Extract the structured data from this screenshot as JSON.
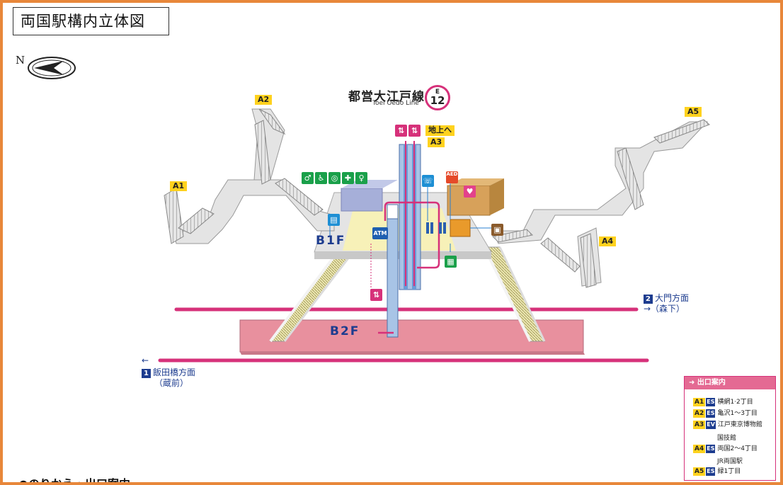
{
  "title": "両国駅構内立体図",
  "north": "N",
  "line": {
    "name_ja": "都営大江戸線",
    "name_en": "Toei Oedo Line",
    "code_letter": "E",
    "code_number": "12",
    "color": "#d6317a"
  },
  "exit_tags": {
    "a1": "A1",
    "a2": "A2",
    "a3": "A3",
    "a4": "A4",
    "a5": "A5"
  },
  "to_ground": "地上へ",
  "floors": {
    "b1": "B1F",
    "b2": "B2F"
  },
  "facilities": {
    "atm": "ATM",
    "aed": "AED"
  },
  "directions": {
    "east_num": "2",
    "east_name": "大門方面",
    "east_sub": "→（森下）",
    "west_arrow": "←",
    "west_num": "1",
    "west_name": "飯田橋方面",
    "west_sub": "（蔵前）"
  },
  "legend": {
    "heading": "出口案内",
    "rows": [
      {
        "exit": "A1",
        "mode": "ES",
        "text": "横網1·2丁目",
        "sub": ""
      },
      {
        "exit": "A2",
        "mode": "ES",
        "text": "亀沢1～3丁目",
        "sub": ""
      },
      {
        "exit": "A3",
        "mode": "EV",
        "text": "江戸東京博物館",
        "sub": "国技館"
      },
      {
        "exit": "A4",
        "mode": "ES",
        "text": "両国2～4丁目",
        "sub": "JR両国駅"
      },
      {
        "exit": "A5",
        "mode": "ES",
        "text": "緑1丁目",
        "sub": ""
      }
    ]
  },
  "bottom_text": "●のりかえ・出口案内",
  "colors": {
    "frame": "#e8873a",
    "platform": "#e8909e",
    "track": "#d6317a",
    "text_blue": "#1d3c8f",
    "exit_yellow": "#ffd21e"
  }
}
